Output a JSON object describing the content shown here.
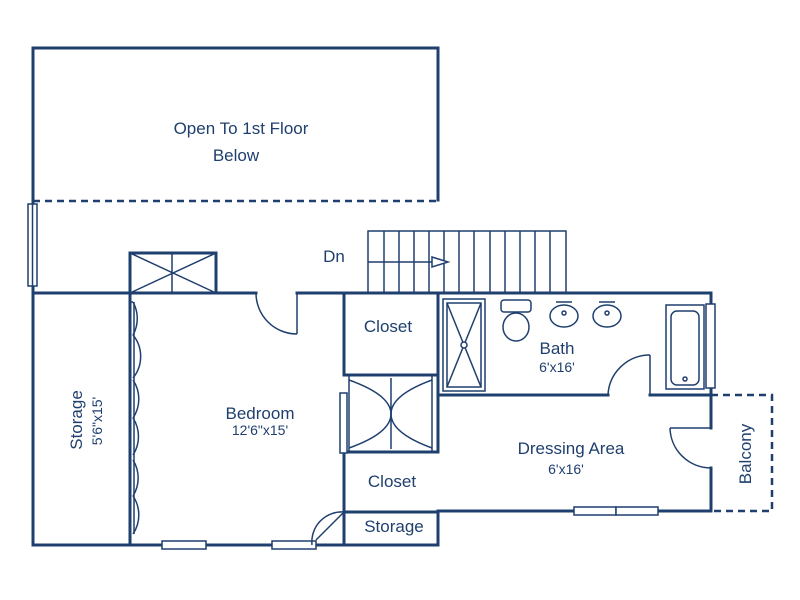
{
  "open_area": {
    "line1": "Open To 1st Floor",
    "line2": "Below"
  },
  "stairs": {
    "label": "Dn"
  },
  "rooms": {
    "bedroom": {
      "name": "Bedroom",
      "size": "12'6\"x15'"
    },
    "storage_left": {
      "name": "Storage",
      "size": "5'6\"x15'"
    },
    "closet_upper": {
      "name": "Closet"
    },
    "closet_lower": {
      "name": "Closet"
    },
    "storage_small": {
      "name": "Storage"
    },
    "bath": {
      "name": "Bath",
      "size": "6'x16'"
    },
    "dressing": {
      "name": "Dressing Area",
      "size": "6'x16'"
    },
    "balcony": {
      "name": "Balcony"
    }
  },
  "colors": {
    "line": "#1f3f6e",
    "background": "#ffffff"
  }
}
